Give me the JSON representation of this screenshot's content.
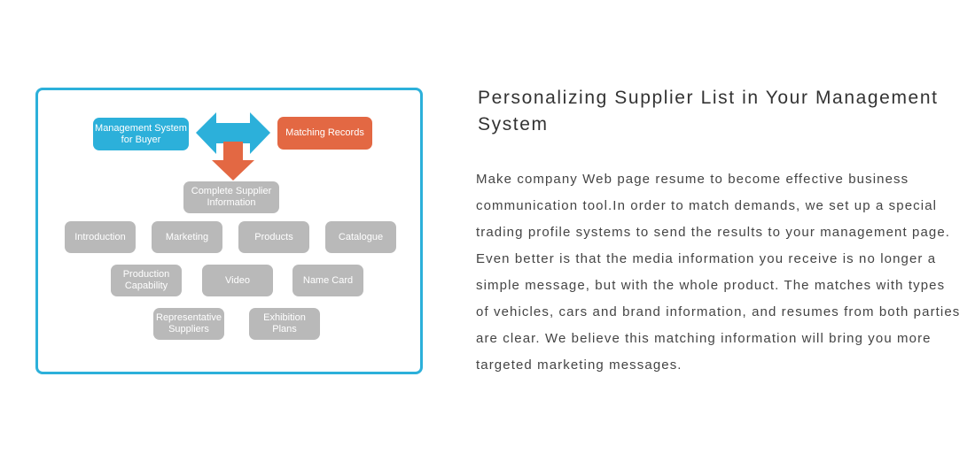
{
  "colors": {
    "accent_blue": "#2cb0da",
    "accent_orange": "#e36843",
    "node_gray": "#b9b9b9",
    "text_dark": "#333333"
  },
  "diagram": {
    "nodes": {
      "management_system": "Management System\nfor Buyer",
      "matching_records": "Matching Records",
      "complete_supplier": "Complete Supplier\nInformation",
      "introduction": "Introduction",
      "marketing": "Marketing",
      "products": "Products",
      "catalogue": "Catalogue",
      "production_capability": "Production\nCapability",
      "video": "Video",
      "name_card": "Name Card",
      "representative_suppliers": "Representative\nSuppliers",
      "exhibition_plans": "Exhibition Plans"
    },
    "icons": {
      "double_arrow": "double-headed-arrow-icon",
      "down_arrow": "down-arrow-icon"
    }
  },
  "article": {
    "title_lines": [
      "Personalizing Supplier List in Your Management",
      "System"
    ],
    "body_lines": [
      "Make company Web page resume to become effective business",
      "communication tool.In order to match demands, we set up a special",
      "trading profile systems to send the results to your management page.",
      "Even better is that the media information you receive is no longer a",
      "simple message, but with the whole product. The matches with types",
      "of vehicles, cars and brand information, and resumes from both parties",
      "are clear. We believe this matching information will bring you more",
      "targeted marketing messages."
    ]
  }
}
